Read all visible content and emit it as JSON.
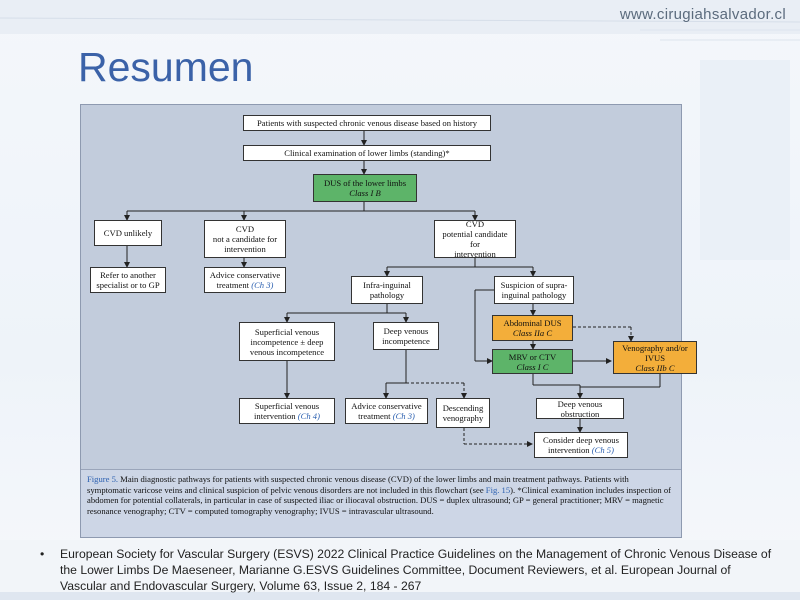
{
  "watermark": "www.cirugiahsalvador.cl",
  "title": "Resumen",
  "flow": {
    "b1": "Patients with suspected chronic venous disease based on history",
    "b2": "Clinical examination of lower limbs (standing)*",
    "dus": {
      "l1": "DUS of the lower limbs",
      "cls": "Class I B"
    },
    "cvd_unlikely": "CVD unlikely",
    "not_cand": {
      "l1": "CVD",
      "l2": "not a candidate for",
      "l3": "intervention"
    },
    "pot_cand": {
      "l1": "CVD",
      "l2": "potential candidate for",
      "l3": "intervention"
    },
    "refer": {
      "l1": "Refer to another",
      "l2": "specialist or to GP"
    },
    "advice1": {
      "l1": "Advice conservative",
      "l2": "treatment",
      "ref": "(Ch 3)"
    },
    "infra": {
      "l1": "Infra-inguinal",
      "l2": "pathology"
    },
    "supra": {
      "l1": "Suspicion of supra-",
      "l2": "inguinal pathology"
    },
    "superficial": {
      "l1": "Superficial venous",
      "l2": "incompetence ± deep",
      "l3": "venous incompetence"
    },
    "deep": {
      "l1": "Deep venous",
      "l2": "incompetence"
    },
    "abd": {
      "l1": "Abdominal DUS",
      "cls": "Class IIa C"
    },
    "mrv": {
      "l1": "MRV or CTV",
      "cls": "Class I C"
    },
    "veno_ivus": {
      "l1": "Venography and/or",
      "l2": "IVUS",
      "cls": "Class IIb C"
    },
    "sup_int": {
      "l1": "Superficial venous",
      "l2": "intervention",
      "ref": "(Ch 4)"
    },
    "advice2": {
      "l1": "Advice conservative",
      "l2": "treatment",
      "ref": "(Ch 3)"
    },
    "desc": {
      "l1": "Descending",
      "l2": "venography"
    },
    "deep_obs": {
      "l1": "Deep venous",
      "l2": "obstruction"
    },
    "consider": {
      "l1": "Consider deep venous",
      "l2": "intervention",
      "ref": "(Ch 5)"
    }
  },
  "caption": {
    "label": "Figure 5.",
    "part1": " Main diagnostic pathways for patients with suspected chronic venous disease (CVD) of the lower limbs and main treatment pathways. Patients with symptomatic varicose veins and clinical suspicion of pelvic venous disorders are not included in this flowchart (see ",
    "fig_ref": "Fig. 15",
    "part2": "). *Clinical examination includes inspection of abdomen for potential collaterals, in particular in case of suspected iliac or iliocaval obstruction. DUS = duplex ultrasound; GP = general practitioner; MRV = magnetic resonance venography; CTV = computed tomography venography; IVUS = intravascular ultrasound."
  },
  "citation": {
    "bullet": "•",
    "text": "European Society for Vascular Surgery (ESVS) 2022 Clinical Practice Guidelines on the Management of Chronic Venous Disease of the Lower Limbs De Maeseneer, Marianne G.ESVS Guidelines Committee, Document Reviewers, et al. European Journal of Vascular and Endovascular Surgery, Volume 63, Issue 2, 184 - 267"
  }
}
